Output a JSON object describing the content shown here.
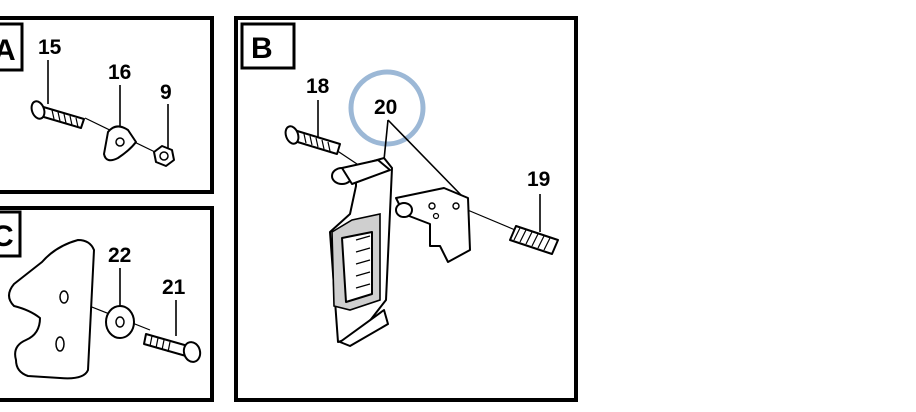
{
  "panels": {
    "a": {
      "letter": "A",
      "callouts": {
        "p15": "15",
        "p16": "16",
        "p9": "9"
      }
    },
    "b": {
      "letter": "B",
      "callouts": {
        "p18": "18",
        "p20": "20",
        "p19": "19"
      }
    },
    "c": {
      "letter": "C",
      "callouts": {
        "p22": "22",
        "p21": "21"
      }
    }
  },
  "highlight": {
    "target": "20",
    "color": "#9cb8d6"
  }
}
